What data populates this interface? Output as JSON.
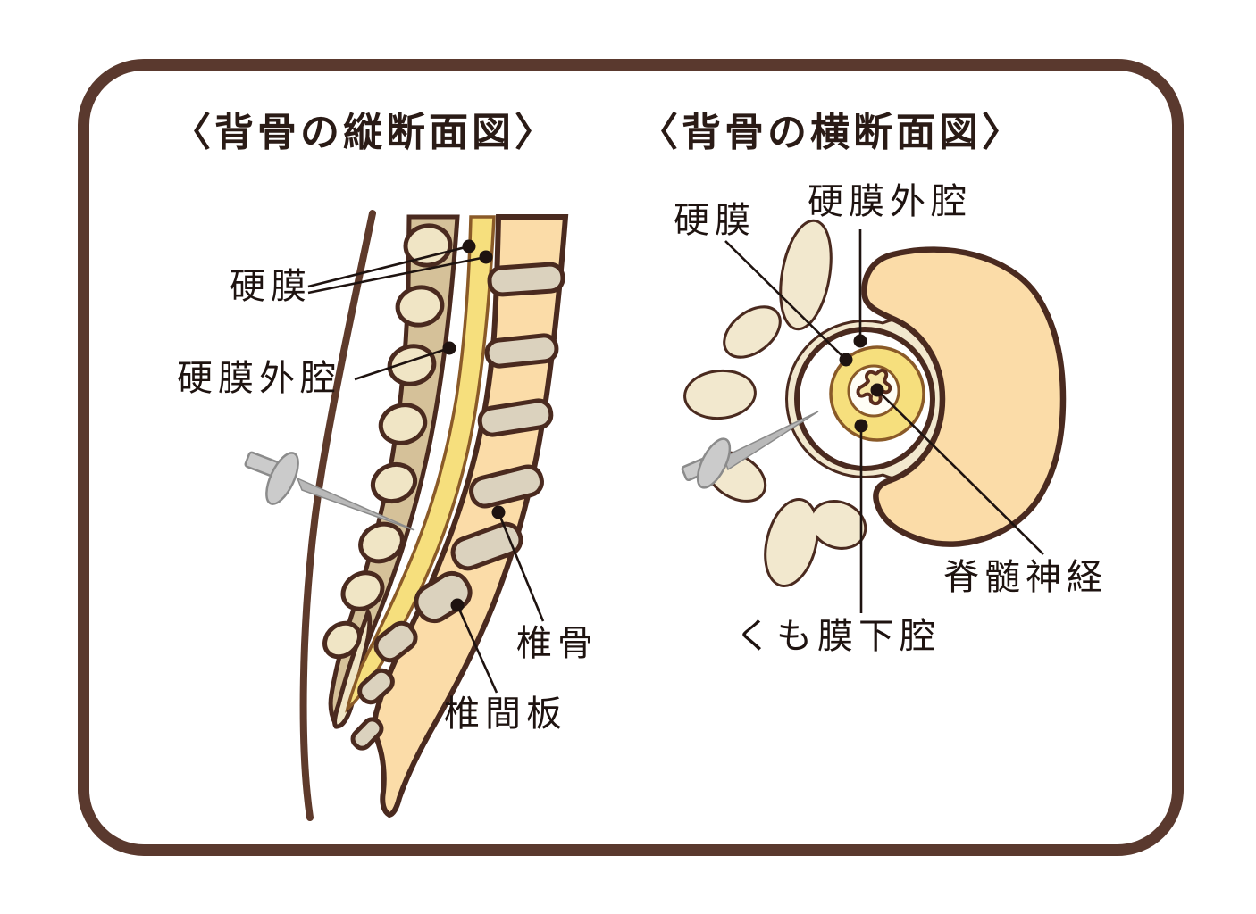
{
  "page": {
    "background": "#FFFFFF"
  },
  "frame": {
    "border_color": "#5A392E"
  },
  "left_diagram": {
    "title": "〈背骨の縦断面図〉",
    "labels": {
      "dura": "硬膜",
      "epidural_space": "硬膜外腔",
      "vertebra": "椎骨",
      "intervertebral_disc": "椎間板"
    }
  },
  "right_diagram": {
    "title": "〈背骨の横断面図〉",
    "labels": {
      "dura": "硬膜",
      "epidural_space": "硬膜外腔",
      "spinal_nerve": "脊髄神経",
      "subarachnoid_space": "くも膜下腔"
    }
  },
  "icons": {
    "left_needle": "epidural-needle-icon",
    "right_needle": "epidural-needle-icon"
  },
  "colors": {
    "frame_border": "#5A392E",
    "outline": "#4A2A1F",
    "contour": "#5E3A2B",
    "vertebra_fill": "#FBDCA8",
    "disc_fill": "#DBD2BE",
    "process_fill": "#D5C199",
    "bump_fill": "#F0E5C5",
    "arch_fill": "#F2E8CE",
    "cord_fill": "#F6DF7D",
    "cord_outline": "#8A5A28",
    "nerve_fill": "#F6E6A6",
    "nerve_outline": "#5A2D1E",
    "syringe_fill": "#CBCBCB",
    "syringe_outline": "#8B8B8B",
    "label_color": "#1E1310",
    "title_color": "#2A1B16"
  }
}
